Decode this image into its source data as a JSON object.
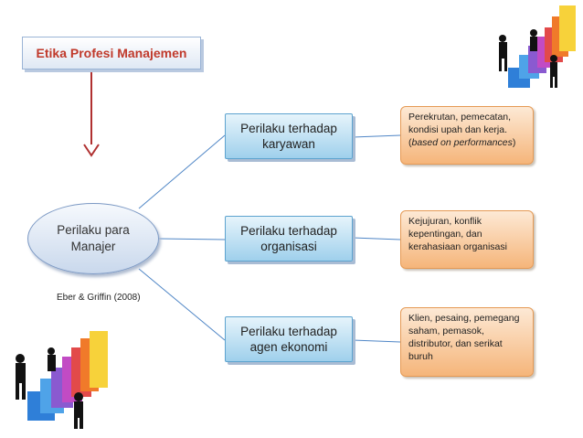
{
  "title": "Etika Profesi Manajemen",
  "center_node": "Perilaku para Manajer",
  "citation": "Eber & Griffin (2008)",
  "branches": [
    {
      "label": "Perilaku terhadap karyawan",
      "detail_before": "Perekrutan, pemecatan, kondisi upah dan kerja. (",
      "detail_italic": "based on performances",
      "detail_after": ")"
    },
    {
      "label": "Perilaku terhadap organisasi",
      "detail_before": "Kejujuran, konflik kepentingan, dan kerahasiaan organisasi",
      "detail_italic": "",
      "detail_after": ""
    },
    {
      "label": "Perilaku terhadap agen ekonomi",
      "detail_before": "Klien, pesaing, pemegang saham, pemasok, distributor, dan serikat buruh",
      "detail_italic": "",
      "detail_after": ""
    }
  ],
  "colors": {
    "title_text": "#c0392b",
    "arrow": "#b03030",
    "connector": "#4f86c6",
    "blue_box_fill": "#9fd0ec",
    "orange_box_fill": "#f5b57a"
  },
  "decorations": [
    "business-team-stairs-illustration-top-right",
    "business-team-stairs-illustration-bottom-left"
  ]
}
